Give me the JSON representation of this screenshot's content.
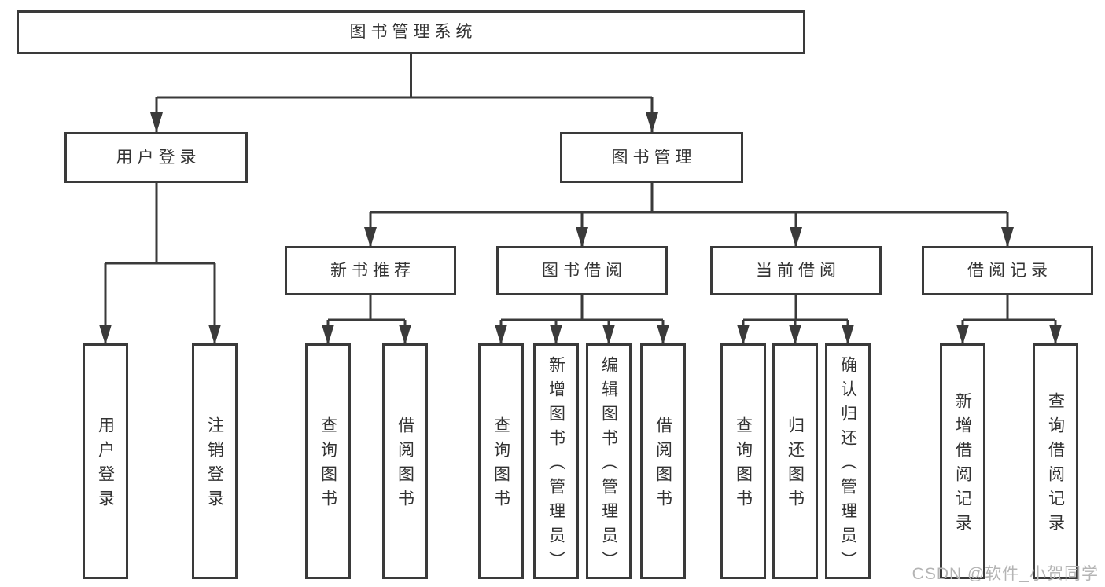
{
  "colors": {
    "line": "#3a3a3a",
    "box_border": "#3a3a3a",
    "text": "#333333",
    "watermark": "#b4b4b4",
    "background": "#ffffff"
  },
  "tree": {
    "root": {
      "label": "图书管理系统",
      "children": [
        {
          "label": "用户登录",
          "children": [
            {
              "label": "用户登录"
            },
            {
              "label": "注销登录"
            }
          ]
        },
        {
          "label": "图书管理",
          "children": [
            {
              "label": "新书推荐",
              "children": [
                {
                  "label": "查询图书"
                },
                {
                  "label": "借阅图书"
                }
              ]
            },
            {
              "label": "图书借阅",
              "children": [
                {
                  "label": "查询图书"
                },
                {
                  "label": "新增图书（管理员）"
                },
                {
                  "label": "编辑图书（管理员）"
                },
                {
                  "label": "借阅图书"
                }
              ]
            },
            {
              "label": "当前借阅",
              "children": [
                {
                  "label": "查询图书"
                },
                {
                  "label": "归还图书"
                },
                {
                  "label": "确认归还（管理员）"
                }
              ]
            },
            {
              "label": "借阅记录",
              "children": [
                {
                  "label": "新增借阅记录"
                },
                {
                  "label": "查询借阅记录"
                }
              ]
            }
          ]
        }
      ]
    }
  },
  "watermark": {
    "text": "CSDN @软件_小贺同学"
  }
}
